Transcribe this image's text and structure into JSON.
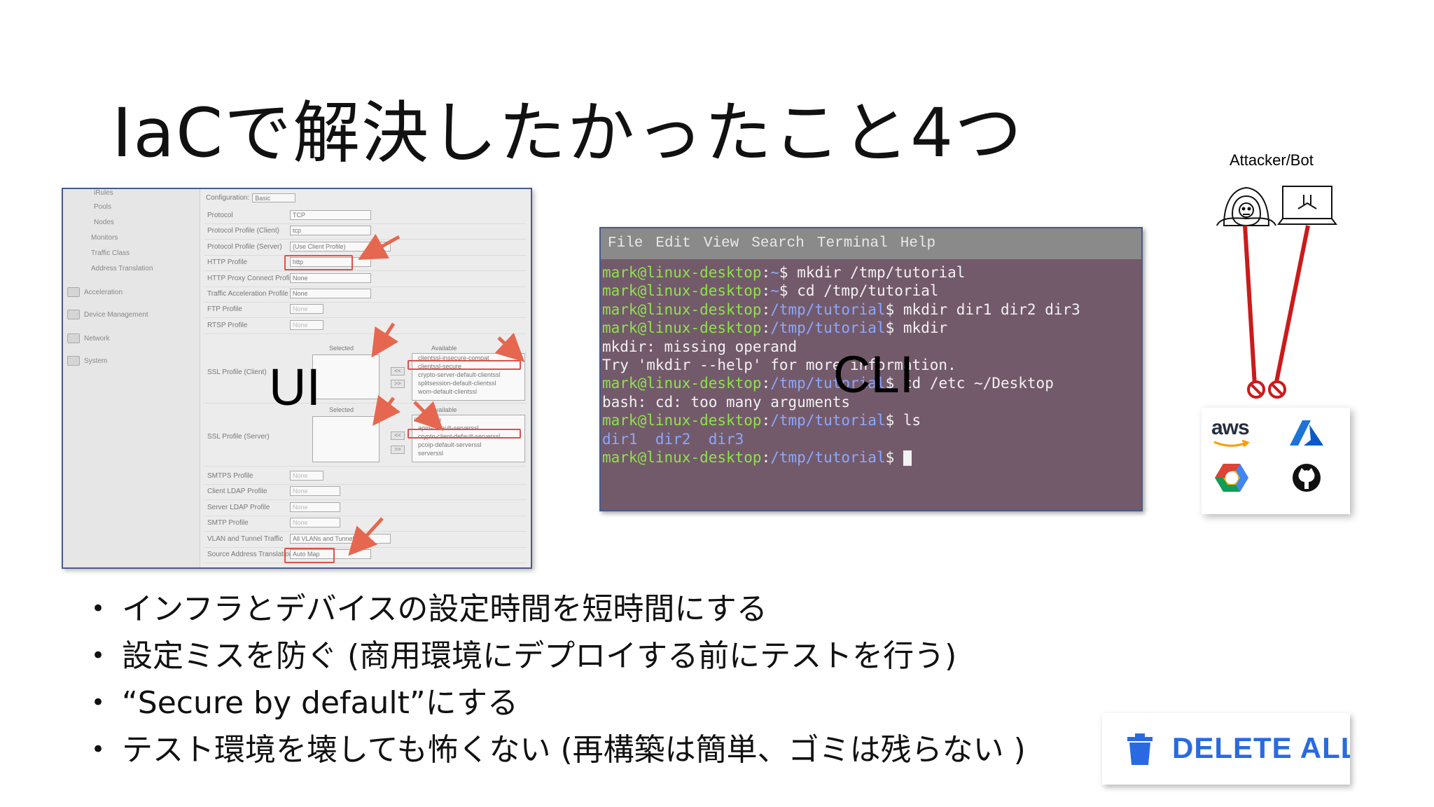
{
  "slide": {
    "title": "IaCで解決したかったこと4つ",
    "bullets": [
      "インフラとデバイスの設定時間を短時間にする",
      "設定ミスを防ぐ (商用環境にデプロイする前にテストを行う)",
      "“Secure by default”にする",
      "テスト環境を壊しても怖くない (再構築は簡単、ゴミは残らない )"
    ],
    "bullet_glyph": "•"
  },
  "ui_screenshot": {
    "overlay_label": "UI",
    "sidebar": {
      "sub_items": [
        "iRules",
        "Pools",
        "Nodes",
        "Monitors",
        "Traffic Class",
        "Address Translation"
      ],
      "sections": [
        "Acceleration",
        "Device Management",
        "Network",
        "System"
      ]
    },
    "configuration": {
      "label": "Configuration:",
      "value": "Basic"
    },
    "rows_top": [
      {
        "label": "Protocol",
        "value": "TCP"
      },
      {
        "label": "Protocol Profile (Client)",
        "value": "tcp"
      },
      {
        "label": "Protocol Profile (Server)",
        "value": "(Use Client Profile)"
      },
      {
        "label": "HTTP Profile",
        "value": "http"
      },
      {
        "label": "HTTP Proxy Connect Profile",
        "value": "None"
      },
      {
        "label": "Traffic Acceleration Profile",
        "value": "None"
      },
      {
        "label": "FTP Profile",
        "value": "None"
      },
      {
        "label": "RTSP Profile",
        "value": "None"
      }
    ],
    "ssl_client": {
      "label": "SSL Profile (Client)",
      "selected_caption": "Selected",
      "available_caption": "Available",
      "options": [
        "clientssl-insecure-compat",
        "clientssl-secure",
        "crypto-server-default-clientssl",
        "splitsession-default-clientssl",
        "wom-default-clientssl"
      ]
    },
    "ssl_server": {
      "label": "SSL Profile (Server)",
      "selected_caption": "Selected",
      "available_caption": "Available",
      "options": [
        "/Common",
        "apm-default-serverssl",
        "crypto-client-default-serverssl",
        "pcoip-default-serverssl",
        "serverssl"
      ]
    },
    "move_buttons": [
      "<<",
      ">>"
    ],
    "rows_bottom": [
      {
        "label": "SMTPS Profile",
        "value": "None"
      },
      {
        "label": "Client LDAP Profile",
        "value": "None"
      },
      {
        "label": "Server LDAP Profile",
        "value": "None"
      },
      {
        "label": "SMTP Profile",
        "value": "None"
      },
      {
        "label": "VLAN and Tunnel Traffic",
        "value": "All VLANs and Tunnels"
      },
      {
        "label": "Source Address Translation",
        "value": "Auto Map"
      }
    ],
    "highlight_color": "#e0504a"
  },
  "cli_screenshot": {
    "overlay_label": "CLI",
    "menu": [
      "File",
      "Edit",
      "View",
      "Search",
      "Terminal",
      "Help"
    ],
    "prompt_user": "mark@linux-desktop",
    "lines": [
      {
        "path": "~",
        "cmd": "mkdir /tmp/tutorial"
      },
      {
        "path": "~",
        "cmd": "cd /tmp/tutorial"
      },
      {
        "path": "/tmp/tutorial",
        "cmd": "mkdir dir1 dir2 dir3"
      },
      {
        "path": "/tmp/tutorial",
        "cmd": "mkdir"
      },
      {
        "out": "mkdir: missing operand"
      },
      {
        "out": "Try 'mkdir --help' for more information."
      },
      {
        "path": "/tmp/tutorial",
        "cmd": "cd /etc ~/Desktop"
      },
      {
        "out": "bash: cd: too many arguments"
      },
      {
        "path": "/tmp/tutorial",
        "cmd": "ls"
      },
      {
        "dirs": "dir1  dir2  dir3"
      },
      {
        "path": "/tmp/tutorial",
        "cmd": "",
        "cursor": true
      }
    ],
    "colors": {
      "background": "#735a6b",
      "prompt": "#8ee34a",
      "path": "#8aa8ff"
    }
  },
  "attacker_diagram": {
    "title": "Attacker/Bot",
    "icons": [
      "hooded-attacker-icon",
      "bot-laptop-icon",
      "blocked-icon"
    ],
    "line_color": "#cc1a1a",
    "providers": [
      {
        "name": "aws",
        "icon": "aws-logo"
      },
      {
        "name": "azure",
        "icon": "azure-logo"
      },
      {
        "name": "google-cloud",
        "icon": "google-cloud-logo"
      },
      {
        "name": "github",
        "icon": "github-logo"
      }
    ],
    "aws_text": "aws"
  },
  "delete_button": {
    "label": "DELETE ALL",
    "icon": "trash-icon",
    "color": "#2a6ae0"
  }
}
